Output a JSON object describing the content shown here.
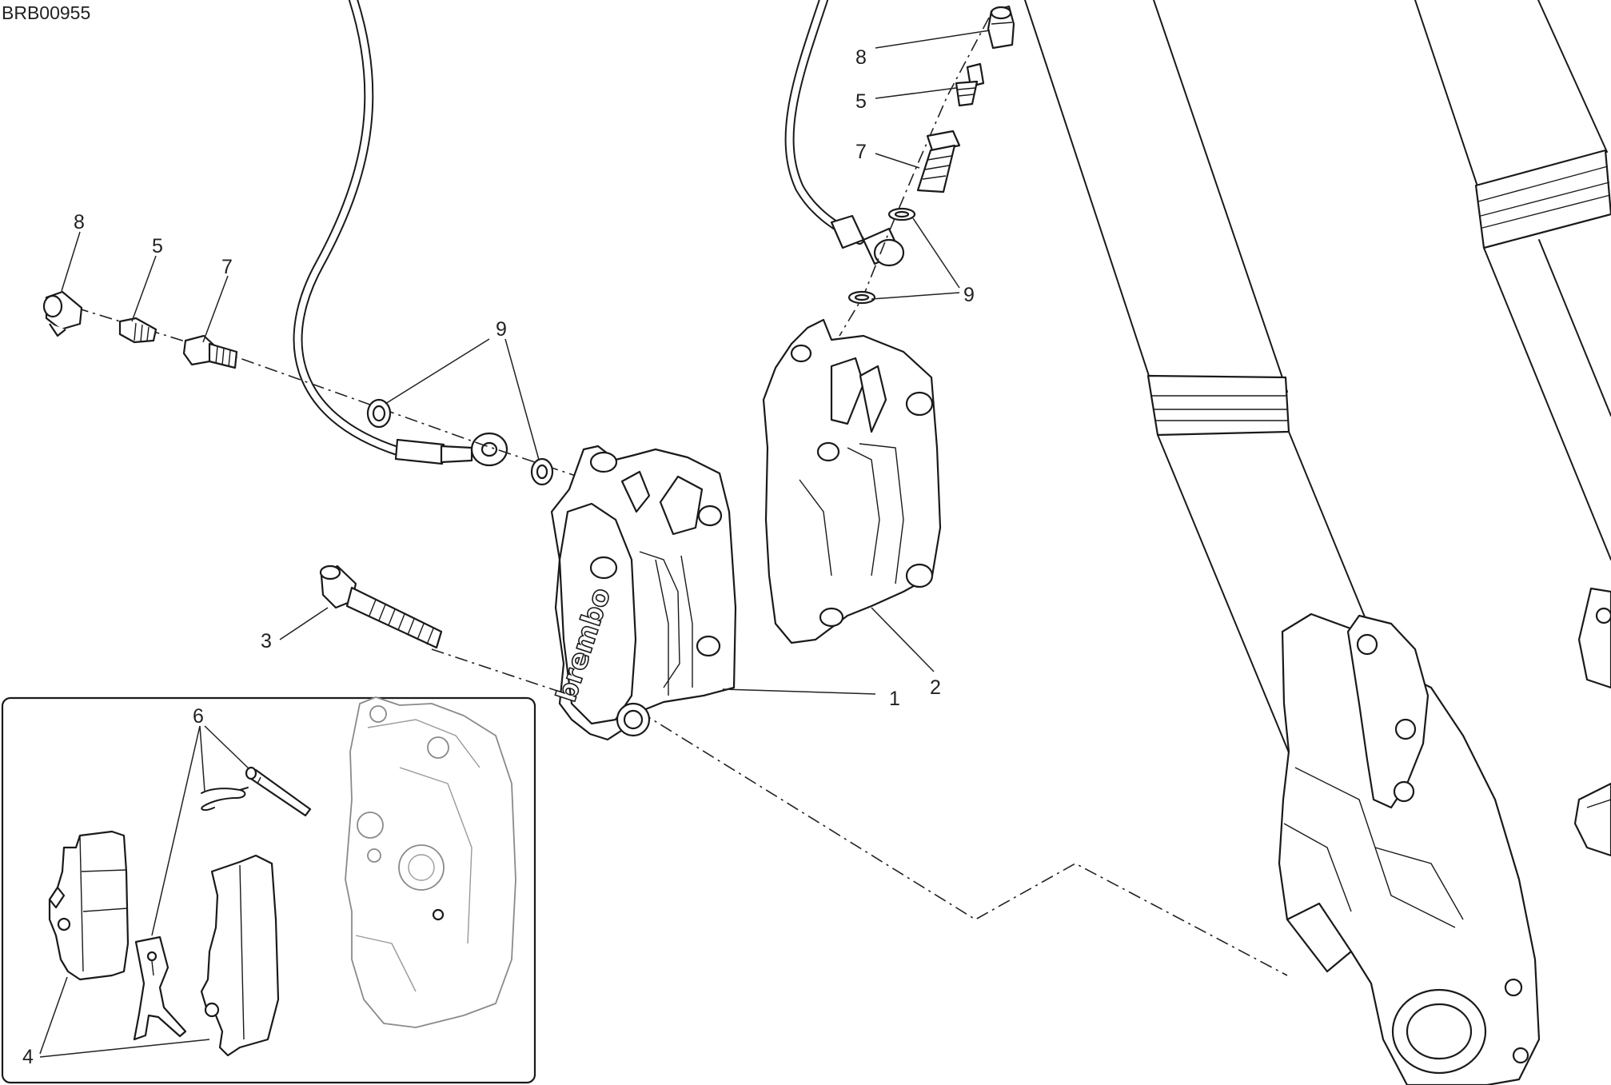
{
  "diagram": {
    "code": "BRB00955",
    "brand_mark": "brembo",
    "callouts": {
      "left_cap": "8",
      "left_bleeder": "5",
      "left_banjo": "7",
      "left_washers": "9",
      "bolt": "3",
      "caliper_left": "1",
      "caliper_right": "2",
      "right_cap": "8",
      "right_bleeder": "5",
      "right_banjo": "7",
      "right_washers": "9",
      "pin_clip": "6",
      "pads": "4"
    }
  }
}
